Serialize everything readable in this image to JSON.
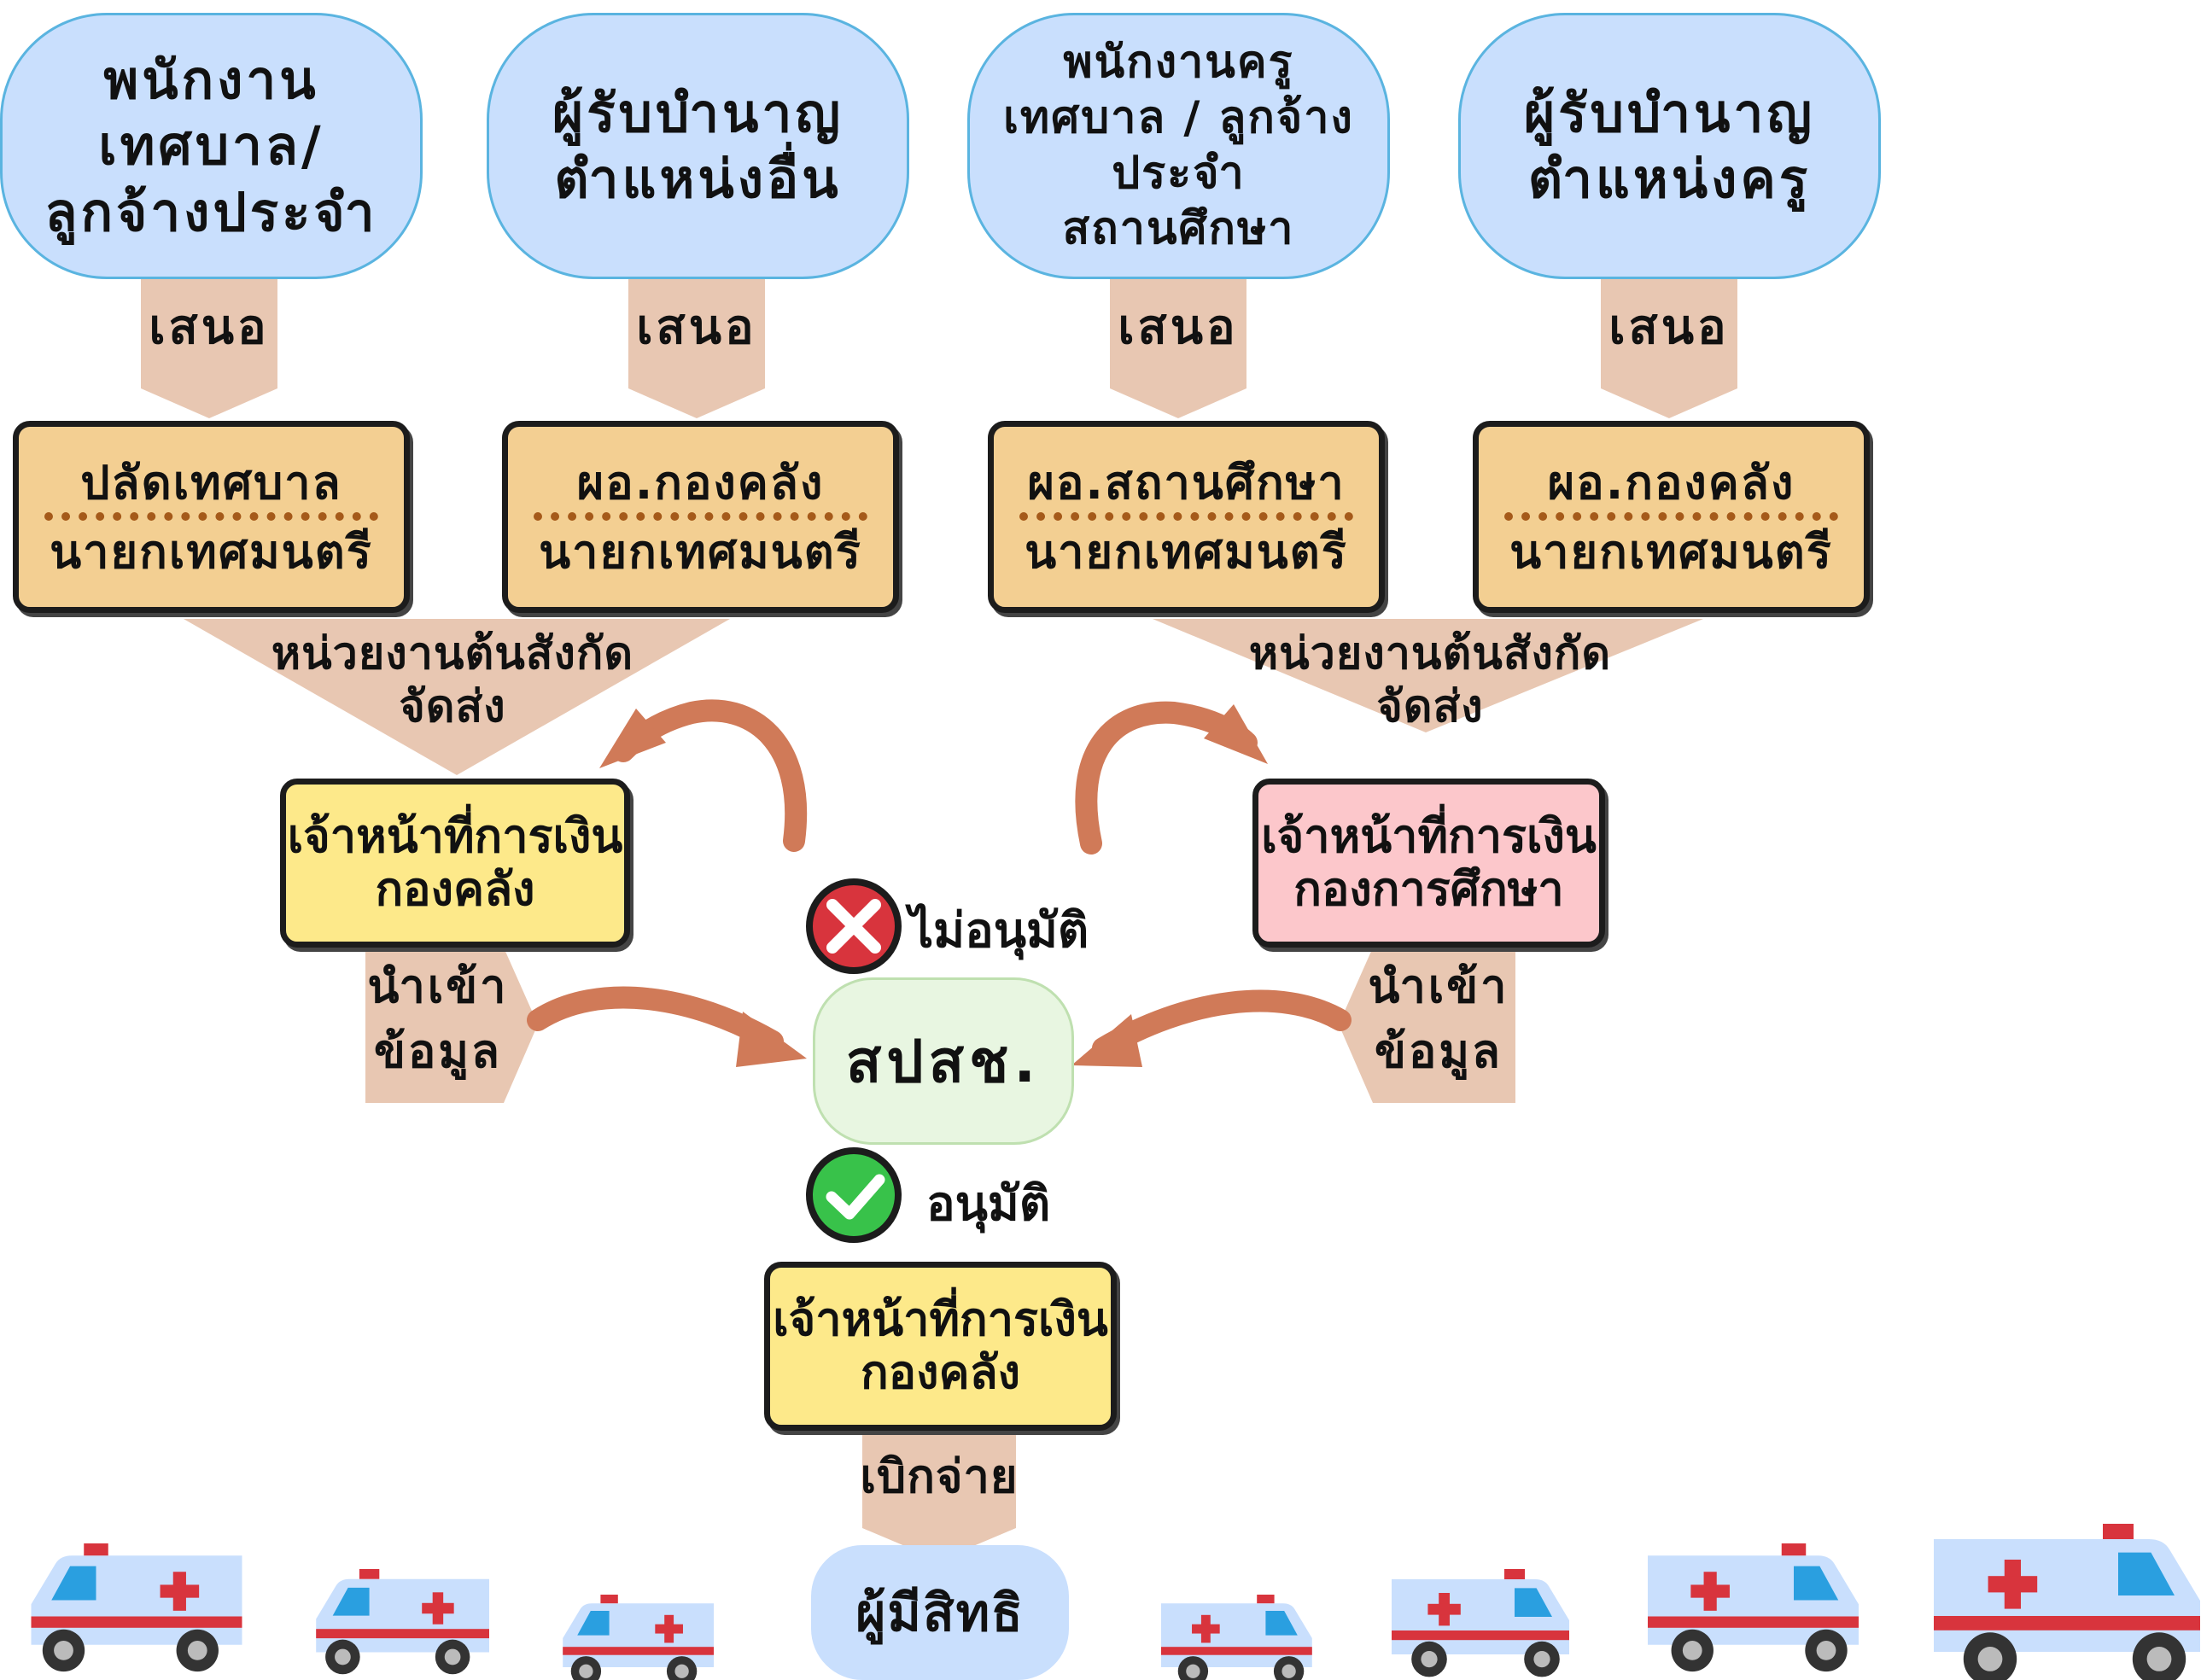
{
  "sources": [
    {
      "label": "พนักงานเทศบาล/\nลูกจ้างประจำ"
    },
    {
      "label": "ผู้รับบำนาญ\nตำแหน่งอื่น"
    },
    {
      "label": "พนักงานครู\nเทศบาล / ลูกจ้างประจำ\nสถานศึกษา"
    },
    {
      "label": "ผู้รับบำนาญ\nตำแหน่งครู"
    }
  ],
  "submit_label": "เสนอ",
  "approvers": [
    {
      "top": "ปลัดเทศบาล",
      "bottom": "นายกเทศมนตรี"
    },
    {
      "top": "ผอ.กองคลัง",
      "bottom": "นายกเทศมนตรี"
    },
    {
      "top": "ผอ.สถานศึกษา",
      "bottom": "นายกเทศมนตรี"
    },
    {
      "top": "ผอ.กองคลัง",
      "bottom": "นายกเทศมนตรี"
    }
  ],
  "send_label": "หน่วยงานต้นสังกัด\nจัดส่ง",
  "officers": {
    "left": "เจ้าหน้าที่การเงิน\nกองคลัง",
    "right": "เจ้าหน้าที่การเงิน\nกองการศึกษา",
    "bottom": "เจ้าหน้าที่การเงิน\nกองคลัง"
  },
  "input_label": "นำเข้า\nข้อมูล",
  "center": "สปสช.",
  "rejected_label": "ไม่อนุมัติ",
  "approved_label": "อนุมัติ",
  "pay_label": "เบิกจ่าย",
  "beneficiary": "ผู้มีสิทธิ",
  "colors": {
    "cloud": "#c9dffd",
    "approver": "#f3cf92",
    "officer_yellow": "#fde98a",
    "officer_pink": "#fcc7cb",
    "flow_arrow": "#e8c7b2",
    "curved_arrow": "#d07a58",
    "reject": "#d8343d",
    "approve": "#38c24a"
  },
  "icons": [
    "reject-x-icon",
    "approve-check-icon",
    "ambulance-icon"
  ]
}
